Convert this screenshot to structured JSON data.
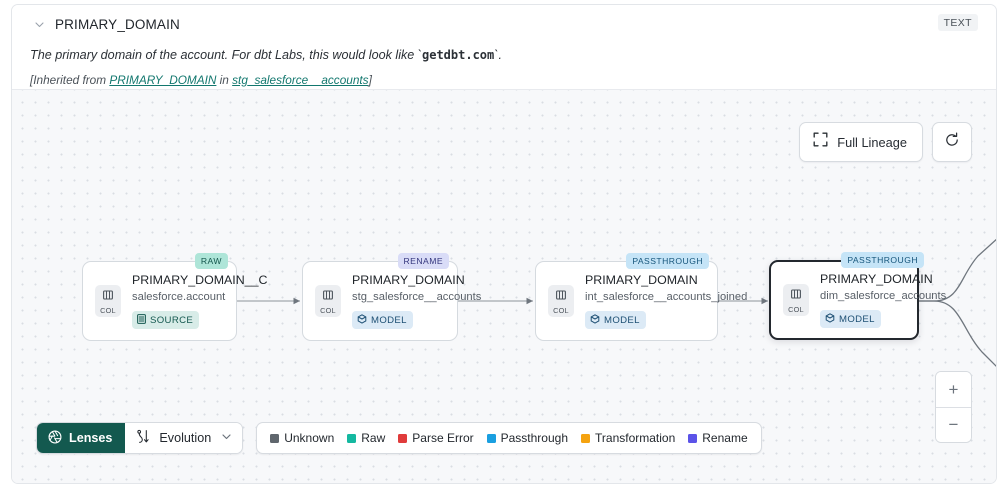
{
  "header": {
    "collapse_icon": "chevron-down-icon",
    "column_name": "PRIMARY_DOMAIN",
    "type_badge": "TEXT",
    "description_prefix": "The primary domain of the account. For dbt Labs, this would look like `",
    "description_code": "getdbt.com",
    "description_suffix": "`.",
    "inherited_prefix": "[Inherited from ",
    "inherited_link_column": "PRIMARY_DOMAIN",
    "inherited_middle": " in ",
    "inherited_link_model": "stg_salesforce__accounts",
    "inherited_suffix": "]"
  },
  "toolbar": {
    "full_lineage_label": "Full Lineage",
    "full_lineage_icon": "expand-icon",
    "refresh_icon": "refresh-icon"
  },
  "zoom": {
    "in_label": "+",
    "out_label": "−"
  },
  "graph": {
    "nodes": [
      {
        "badge": "RAW",
        "badge_kind": "raw",
        "chip_label": "COL",
        "chip_icon": "column-icon",
        "title": "PRIMARY_DOMAIN__C",
        "subtitle": "salesforce.account",
        "tag": "SOURCE",
        "tag_kind": "source",
        "tag_icon": "database-icon",
        "selected": false
      },
      {
        "badge": "RENAME",
        "badge_kind": "rename",
        "chip_label": "COL",
        "chip_icon": "column-icon",
        "title": "PRIMARY_DOMAIN",
        "subtitle": "stg_salesforce__accounts",
        "tag": "MODEL",
        "tag_kind": "model",
        "tag_icon": "cube-icon",
        "selected": false
      },
      {
        "badge": "PASSTHROUGH",
        "badge_kind": "passthrough",
        "chip_label": "COL",
        "chip_icon": "column-icon",
        "title": "PRIMARY_DOMAIN",
        "subtitle": "int_salesforce__accounts_joined",
        "tag": "MODEL",
        "tag_kind": "model",
        "tag_icon": "cube-icon",
        "selected": false
      },
      {
        "badge": "PASSTHROUGH",
        "badge_kind": "passthrough",
        "chip_label": "COL",
        "chip_icon": "column-icon",
        "title": "PRIMARY_DOMAIN",
        "subtitle": "dim_salesforce_accounts",
        "tag": "MODEL",
        "tag_kind": "model",
        "tag_icon": "cube-icon",
        "selected": true
      }
    ]
  },
  "bottom": {
    "lenses_label": "Lenses",
    "lenses_icon": "aperture-icon",
    "evolution_label": "Evolution",
    "evolution_icon": "evolution-icon",
    "evolution_chevron": "chevron-down-icon",
    "legend": [
      {
        "label": "Unknown",
        "color": "#5f666d"
      },
      {
        "label": "Raw",
        "color": "#14b8a0"
      },
      {
        "label": "Parse Error",
        "color": "#e03b3b"
      },
      {
        "label": "Passthrough",
        "color": "#1a9fe0"
      },
      {
        "label": "Transformation",
        "color": "#f5a310"
      },
      {
        "label": "Rename",
        "color": "#5b53e8"
      }
    ]
  }
}
